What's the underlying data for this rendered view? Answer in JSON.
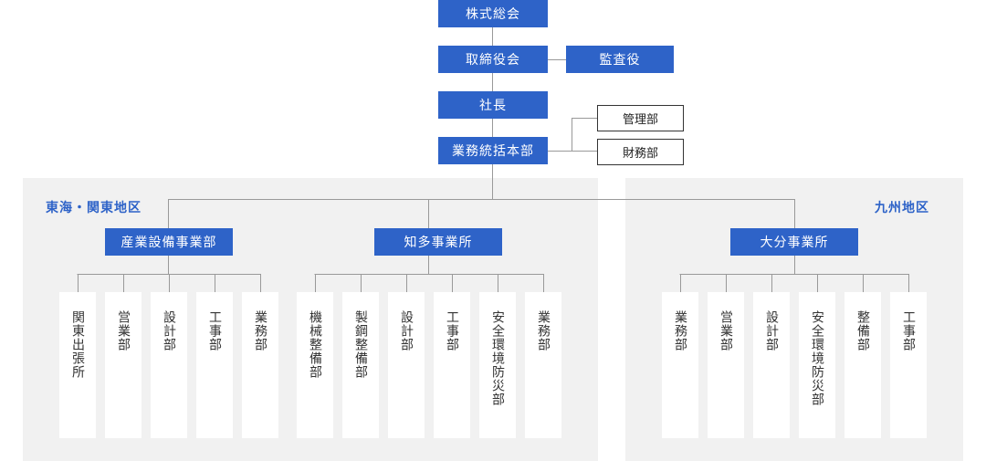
{
  "colors": {
    "accent": "#2e63c8",
    "region_bg": "#f1f1f1",
    "line": "#999999"
  },
  "top": {
    "shareholders": "株式総会",
    "board": "取締役会",
    "auditor": "監査役",
    "president": "社長",
    "hq": "業務統括本部",
    "management": "管理部",
    "finance": "財務部"
  },
  "regions": {
    "tokai": {
      "label": "東海・関東地区",
      "offices": [
        {
          "name": "産業設備事業部",
          "depts": [
            "関東出張所",
            "営業部",
            "設計部",
            "工事部",
            "業務部"
          ]
        },
        {
          "name": "知多事業所",
          "depts": [
            "機械整備部",
            "製鋼整備部",
            "設計部",
            "工事部",
            "安全環境防災部",
            "業務部"
          ]
        }
      ]
    },
    "kyushu": {
      "label": "九州地区",
      "offices": [
        {
          "name": "大分事業所",
          "depts": [
            "業務部",
            "営業部",
            "設計部",
            "安全環境防災部",
            "整備部",
            "工事部"
          ]
        }
      ]
    }
  }
}
